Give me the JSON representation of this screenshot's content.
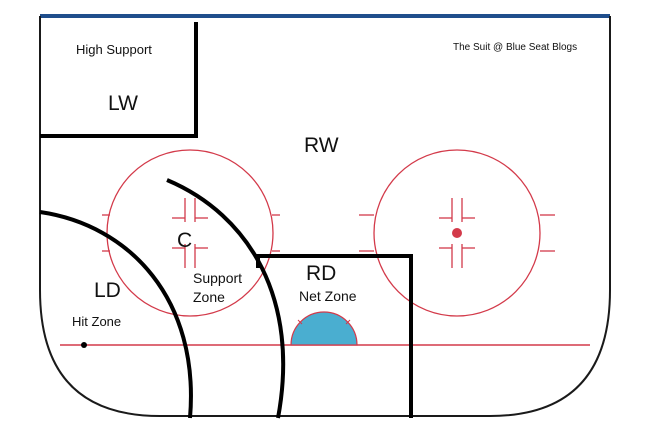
{
  "colors": {
    "board": "#1a1a1a",
    "top_line": "#1f4e8c",
    "red": "#d33a4a",
    "crease": "#4aaed0",
    "zone_line": "#000000",
    "background": "#ffffff"
  },
  "labels": {
    "credit": "The Suit @ Blue Seat Blogs",
    "high_support": "High Support",
    "lw": "LW",
    "rw": "RW",
    "c": "C",
    "ld": "LD",
    "hit_zone": "Hit Zone",
    "support_zone_line1": "Support",
    "support_zone_line2": "Zone",
    "rd": "RD",
    "net_zone": "Net Zone"
  }
}
